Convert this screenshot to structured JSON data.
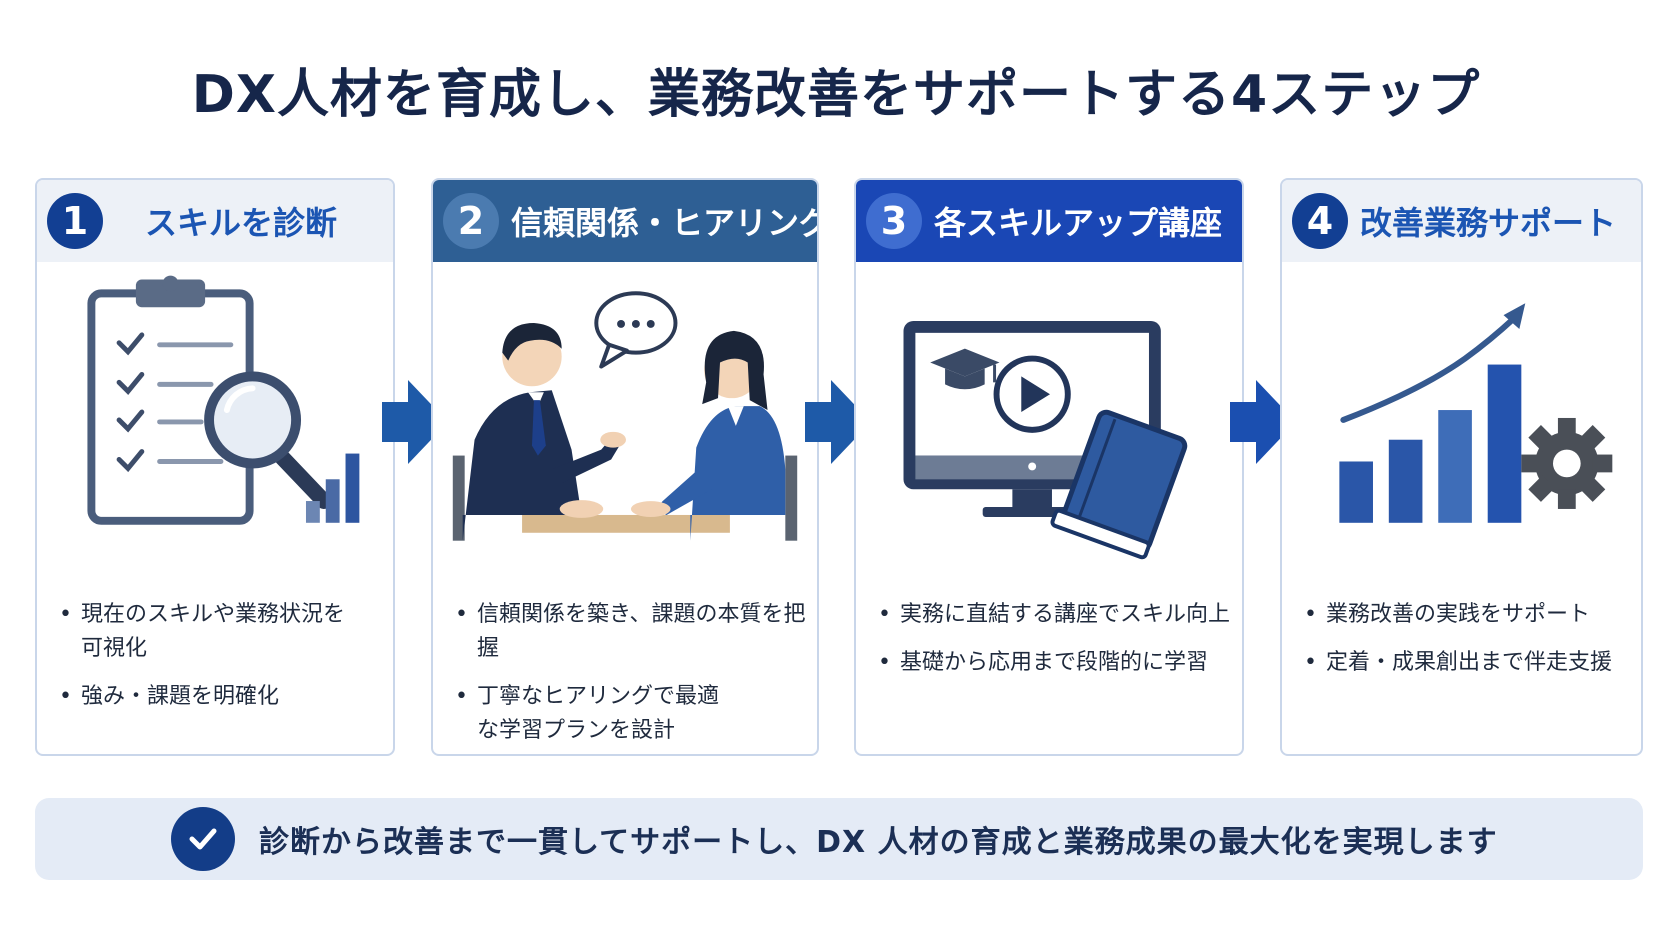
{
  "title": "DX人材を育成し、業務改善をサポートする4ステップ",
  "steps": [
    {
      "number": "1",
      "label": "スキルを診断",
      "bullets": [
        "現在のスキルや業務状況を可視化",
        "強み・課題を明確化"
      ],
      "icon": "clipboard-magnifier-icon"
    },
    {
      "number": "2",
      "label": "信頼関係・ヒアリング力",
      "bullets": [
        "信頼関係を築き、課題の本質を把握",
        "丁寧なヒアリングで最適な学習プランを設計"
      ],
      "icon": "consultation-meeting-icon"
    },
    {
      "number": "3",
      "label": "各スキルアップ講座",
      "bullets": [
        "実務に直結する講座でスキル向上",
        "基礎から応用まで段階的に学習"
      ],
      "icon": "online-course-icon"
    },
    {
      "number": "4",
      "label": "改善業務サポート",
      "bullets": [
        "業務改善の実践をサポート",
        "定着・成果創出まで伴走支援"
      ],
      "icon": "growth-chart-gear-icon"
    }
  ],
  "summary": "診断から改善まで一貫してサポートし、DX 人材の育成と業務成果の最大化を実現します",
  "colors": {
    "navy": "#16264a",
    "accent_blue": "#1a47b5",
    "steel_blue": "#2e5f94",
    "light_panel": "#edf1f7",
    "banner_bg": "#e4ebf6"
  }
}
